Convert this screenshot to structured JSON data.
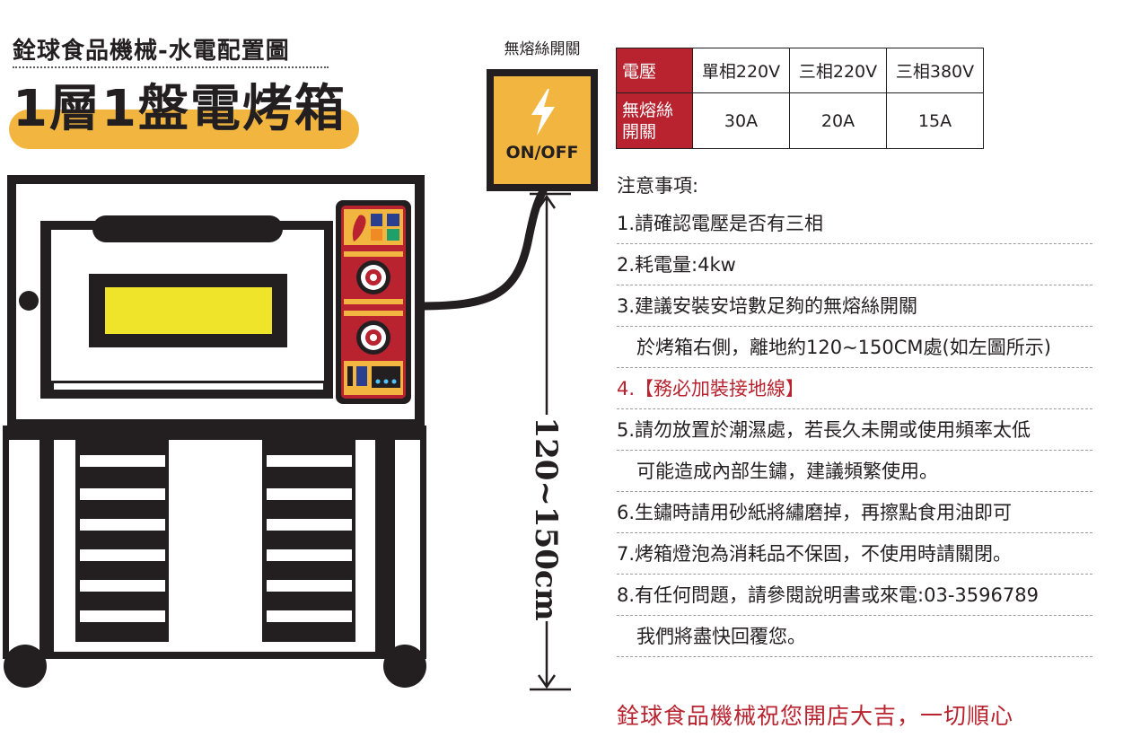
{
  "header": {
    "subtitle": "銓球食品機械-水電配置圖",
    "title": "1層1盤電烤箱"
  },
  "breaker": {
    "label": "無熔絲開關",
    "switch_text": "ON/OFF"
  },
  "dimension": {
    "label": "120~150cm"
  },
  "spec_table": {
    "row_voltage_label": "電壓",
    "row_breaker_label_line1": "無熔絲",
    "row_breaker_label_line2": "開關",
    "columns": [
      "單相220V",
      "三相220V",
      "三相380V"
    ],
    "breaker_values": [
      "30A",
      "20A",
      "15A"
    ]
  },
  "notes": {
    "title": "注意事項:",
    "items": [
      "1.請確認電壓是否有三相",
      "2.耗電量:4kw",
      "3.建議安裝安培數足夠的無熔絲開關",
      "於烤箱右側，離地約120~150CM處(如左圖所示)",
      "4.【務必加裝接地線】",
      "5.請勿放置於潮濕處，若長久未開或使用頻率太低",
      "可能造成內部生鏽，建議頻繁使用。",
      "6.生鏽時請用砂紙將繡磨掉，再擦點食用油即可",
      "7.烤箱燈泡為消耗品不保固，不使用時請關閉。",
      "8.有任何問題，請參閱說明書或來電:03-3596789",
      "我們將盡快回覆您。"
    ]
  },
  "footer": {
    "text": "銓球食品機械祝您開店大吉，一切順心"
  },
  "colors": {
    "dark": "#231f20",
    "accent_orange": "#f2b640",
    "accent_red": "#b8232f",
    "window_yellow": "#f0e42a"
  },
  "icons": {
    "breaker": "lightning-bolt-icon",
    "control_panel_logo": "taiwan-map-icon"
  }
}
